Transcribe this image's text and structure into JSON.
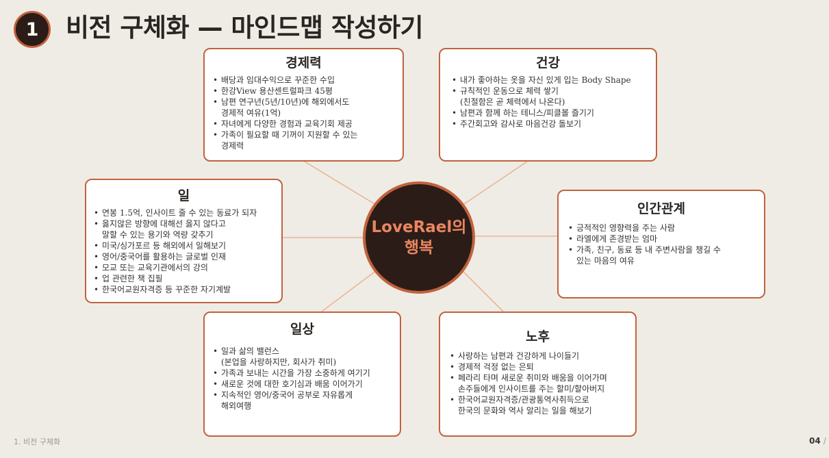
{
  "header": {
    "section_number": "1",
    "title": "비전 구체화 — 마인드맵 작성하기"
  },
  "center": {
    "label": "LoveRael의\n행복"
  },
  "nodes": {
    "economy": {
      "title": "경제력",
      "items": [
        "배당과 임대수익으로 꾸준한 수입",
        "한강View 용산센트럴파크 45평",
        "남편 연구년(5년/10년)에 해외에서도\n경제적 여유(1억)",
        "자녀에게 다양한 경험과 교육기회 제공",
        "가족이 필요할 때 기꺼이 지원할 수 있는\n경제력"
      ]
    },
    "health": {
      "title": "건강",
      "items": [
        "내가 좋아하는 옷을 자신 있게 입는 Body Shape",
        "규칙적인 운동으로 체력 쌓기\n(친절함은 곧 체력에서 나온다)",
        "남편과 함께 하는 테니스/피클볼 즐기기",
        "주간회고와 감사로 마음건강 돌보기"
      ]
    },
    "work": {
      "title": "일",
      "items": [
        "연봉 1.5억, 인사이트 줄 수 있는 동료가 되자",
        "옳지않은 방향에 대해선 옳지 않다고\n말할 수 있는 용기와 역량 갖추기",
        "미국/싱가포르 등 해외에서 일해보기",
        "영어/중국어를 활용하는 글로벌 인재",
        "모교 또는 교육기관에서의 강의",
        "업 관련한 책 집필",
        "한국어교원자격증 등 꾸준한 자기계발"
      ]
    },
    "relations": {
      "title": "인간관계",
      "items": [
        "긍적적인 영향력을 주는 사람",
        "라엘에게 존경받는 엄마",
        "가족, 친구, 동료 등 내 주변사람을 챙길 수\n있는 마음의 여유"
      ]
    },
    "daily": {
      "title": "일상",
      "items": [
        "일과 삶의 밸런스\n(본업을 사랑하지만, 회사가 취미)",
        "가족과 보내는 시간을 가장 소중하게 여기기",
        "새로운 것에 대한 호기심과 배움 이어가기",
        "지속적인 영어/중국어 공부로 자유롭게\n해외여행"
      ]
    },
    "retirement": {
      "title": "노후",
      "items": [
        "사랑하는 남편과 건강하게 나이들기",
        "경제적 걱정 없는 은퇴",
        "페라리 타며 새로운 취미와 배움을 이어가며\n손주들에게 인사이트를 주는 할미/할아버지",
        "한국어교원자격증/관광통역사취득으로\n한국의 문화와 역사 알리는 일을 해보기"
      ]
    }
  },
  "footer": {
    "section_label": "1. 비전 구체화",
    "page": "04",
    "separator": "/"
  },
  "colors": {
    "accent": "#c0623d",
    "dark": "#2c1c17",
    "background": "#efece5",
    "connector": "#eab498"
  }
}
